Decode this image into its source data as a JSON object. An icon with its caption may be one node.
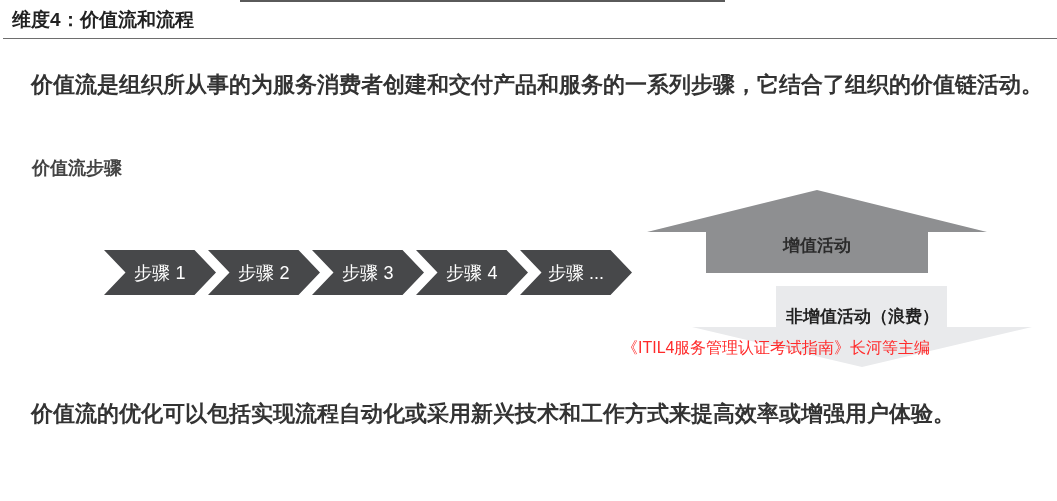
{
  "diagram": {
    "title": "维度4：价值流和流程",
    "nodes": [
      {
        "text": [
          "步骤 1"
        ]
      },
      {
        "text": [
          "步骤 2"
        ]
      },
      {
        "text": [
          "步骤 3"
        ]
      },
      {
        "text": [
          "步骤 4"
        ]
      },
      {
        "text": [
          "步骤 ..."
        ]
      },
      {
        "text": [
          "增值活动"
        ]
      },
      {
        "text": [
          "非增值活动（浪费）"
        ]
      }
    ],
    "labels": [
      "价值流是组织所从事的为服务消费者创建和交付产品和服务的一系列步骤，它结合了组织的价值链活动。",
      "价值流步骤",
      "《ITIL4服务管理认证考试指南》长河等主编",
      "价值流的优化可以包括实现流程自动化或采用新兴技术和工作方式来提高效率或增强用户体验。"
    ]
  }
}
